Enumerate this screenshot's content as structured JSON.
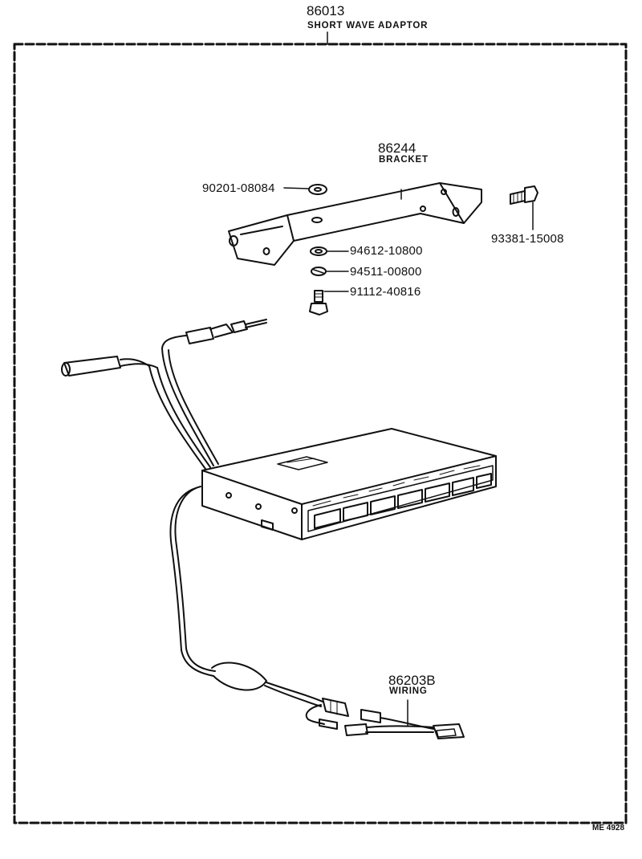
{
  "assembly": {
    "part_number": "86013",
    "name": "SHORT WAVE ADAPTOR"
  },
  "parts": {
    "bracket": {
      "part_number": "86244",
      "name": "BRACKET"
    },
    "washer_top": {
      "part_number": "90201-08084"
    },
    "bolt_right": {
      "part_number": "93381-15008"
    },
    "washer_1": {
      "part_number": "94612-10800"
    },
    "washer_2": {
      "part_number": "94511-00800"
    },
    "bolt_small": {
      "part_number": "91112-40816"
    },
    "wiring": {
      "part_number": "86203B",
      "name": "WIRING"
    }
  },
  "footer": {
    "drawing_code": "ME 4928"
  }
}
